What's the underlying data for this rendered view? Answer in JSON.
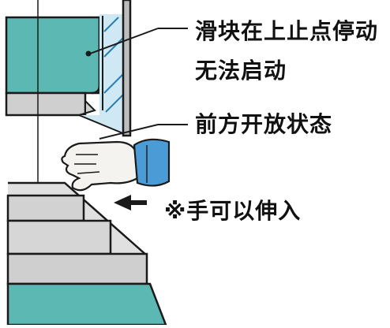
{
  "labels": {
    "slide_stopped": "滑块在上止点停动",
    "cannot_start": "无法启动",
    "front_open": "前方开放状态",
    "hand_can_enter": "※手可以伸入"
  },
  "colors": {
    "teal_block": "#5cb8b2",
    "gray_block": "#cfcfcf",
    "glass": "#cfe9f4",
    "sleeve": "#4a9bd6",
    "skin": "#f5f3ef",
    "outline": "#1a1a1a"
  },
  "icons": {
    "slide": "press-slide-block",
    "guard": "safety-glass-guard",
    "hand": "hand-icon",
    "arrow": "left-arrow-icon"
  }
}
